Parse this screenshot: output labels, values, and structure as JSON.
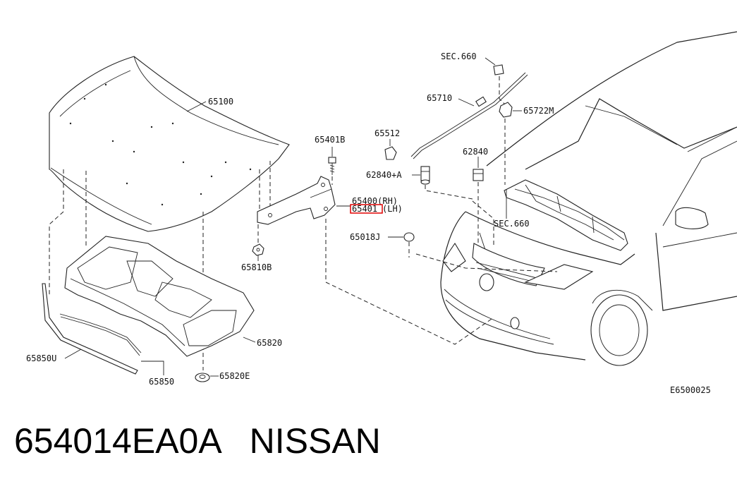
{
  "diagram": {
    "labels": {
      "p65100": "65100",
      "p65401b": "65401B",
      "p65512": "65512",
      "p65710": "65710",
      "sec660_top": "SEC.660",
      "p65722m": "65722M",
      "p62840": "62840",
      "p62840a": "62840+A",
      "p65400": "65400(RH)",
      "p65401_code": "65401",
      "p65401_side": "(LH)",
      "p65018j": "65018J",
      "sec660_car": "SEC.660",
      "p65810b": "65810B",
      "p65820": "65820",
      "p65850u": "65850U",
      "p65850": "65850",
      "p65820e": "65820E",
      "figure_id": "E6500025"
    },
    "highlight_color": "#e00000"
  },
  "caption": {
    "text": "654014EA0A   NISSAN"
  }
}
